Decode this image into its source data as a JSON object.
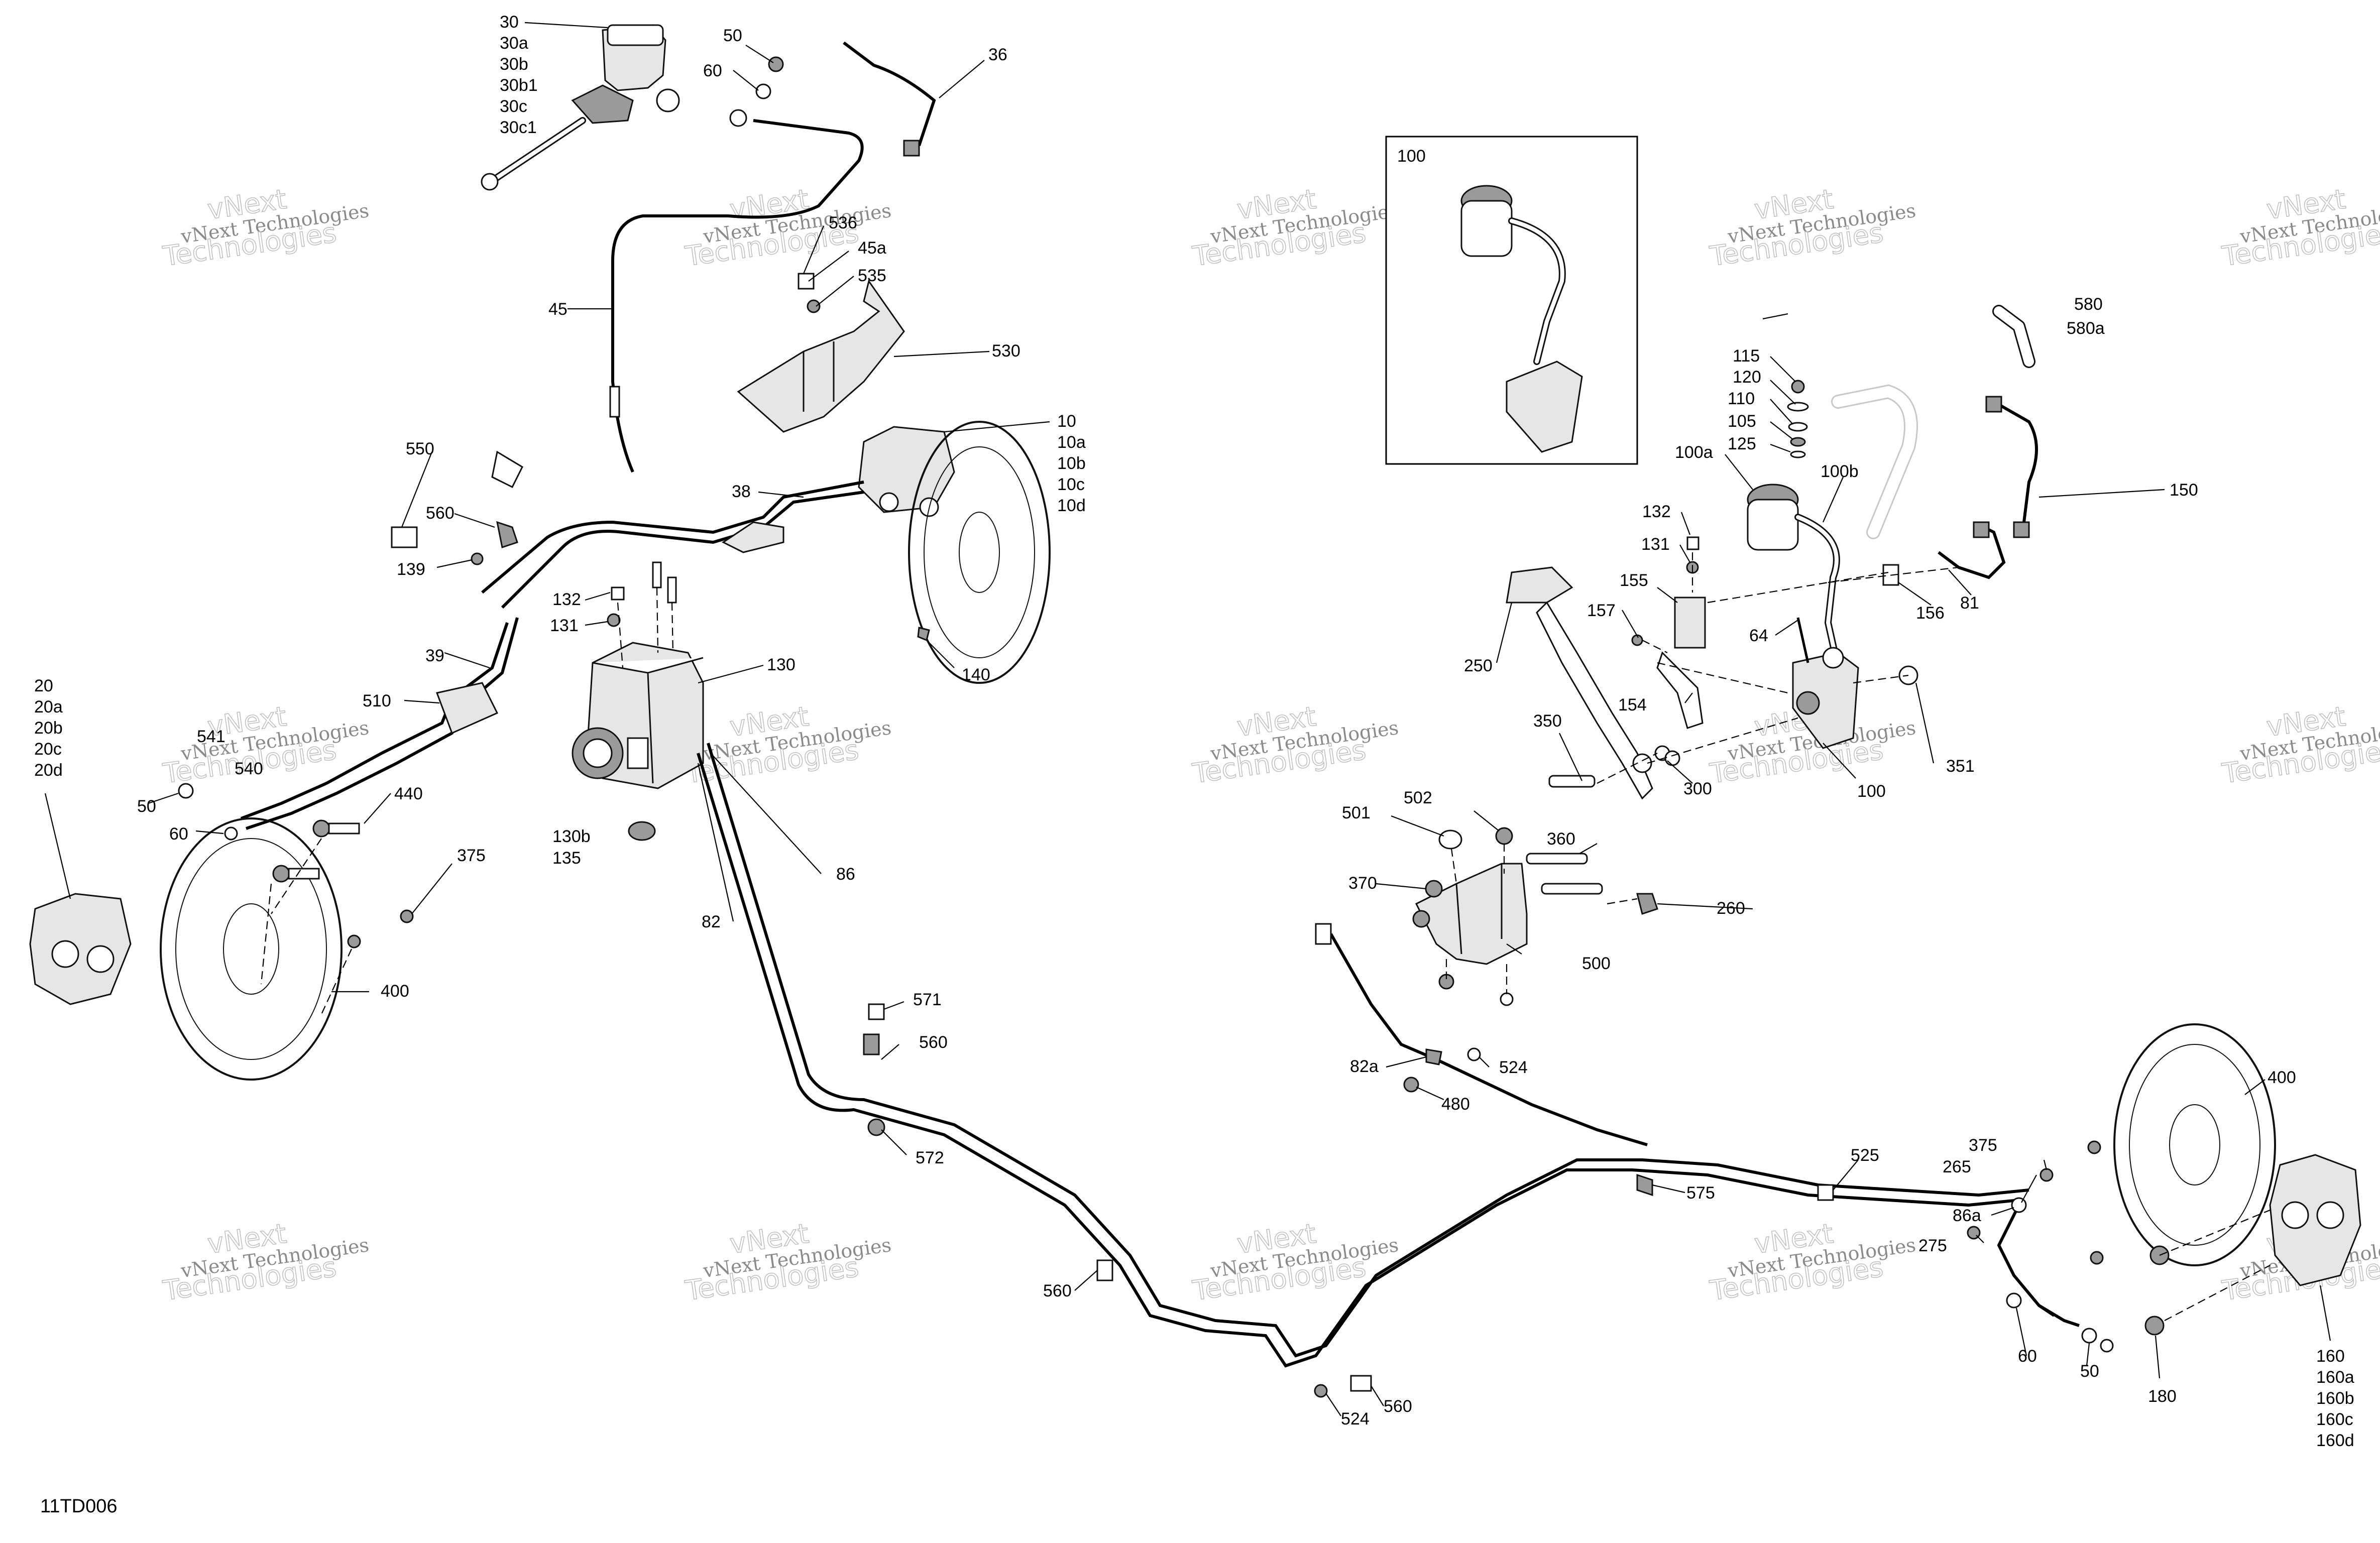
{
  "diagram_code": "11TD006",
  "watermark": {
    "line1": "vNext Technologies",
    "line2": "vNext",
    "line3": "Technologies"
  },
  "inset_label": "100",
  "labels": [
    "30",
    "30a",
    "30b",
    "30b1",
    "30c",
    "30c1",
    "50",
    "60",
    "36",
    "45",
    "536",
    "45a",
    "535",
    "530",
    "10",
    "10a",
    "10b",
    "10c",
    "10d",
    "38",
    "550",
    "560",
    "139",
    "132",
    "131",
    "130",
    "140",
    "39",
    "510",
    "541",
    "540",
    "50",
    "60",
    "440",
    "130b",
    "135",
    "375",
    "400",
    "20",
    "20a",
    "20b",
    "20c",
    "20d",
    "86",
    "82",
    "571",
    "560",
    "572",
    "560",
    "524",
    "560",
    "580",
    "580a",
    "115",
    "120",
    "110",
    "105",
    "125",
    "100a",
    "100b",
    "150",
    "132",
    "131",
    "155",
    "157",
    "64",
    "156",
    "81",
    "250",
    "154",
    "350",
    "300",
    "100",
    "351",
    "502",
    "501",
    "360",
    "370",
    "260",
    "500",
    "82a",
    "524",
    "480",
    "525",
    "575",
    "375",
    "265",
    "86a",
    "275",
    "400",
    "60",
    "50",
    "180",
    "160",
    "160a",
    "160b",
    "160c",
    "160d"
  ]
}
